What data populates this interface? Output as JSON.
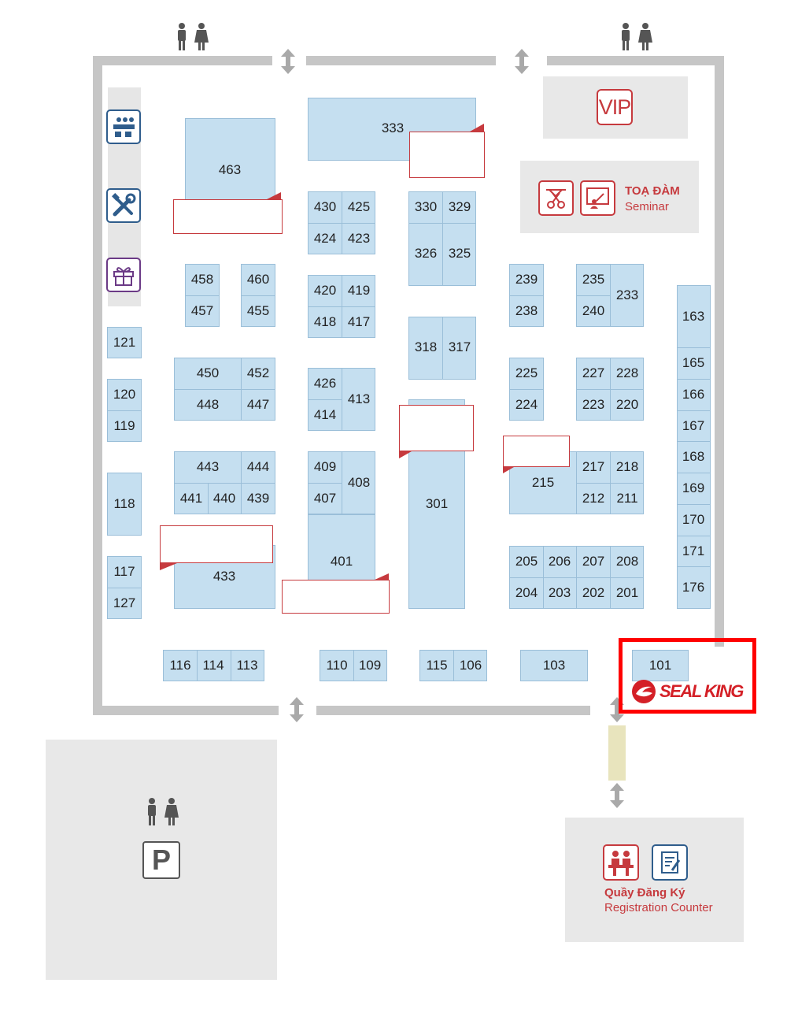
{
  "booths": [
    {
      "id": "b463",
      "label": "463"
    },
    {
      "id": "b333",
      "label": "333"
    },
    {
      "id": "b430",
      "label": "430"
    },
    {
      "id": "b425",
      "label": "425"
    },
    {
      "id": "b424",
      "label": "424"
    },
    {
      "id": "b423",
      "label": "423"
    },
    {
      "id": "b330",
      "label": "330"
    },
    {
      "id": "b329",
      "label": "329"
    },
    {
      "id": "b326",
      "label": "326"
    },
    {
      "id": "b325",
      "label": "325"
    },
    {
      "id": "b458",
      "label": "458"
    },
    {
      "id": "b457",
      "label": "457"
    },
    {
      "id": "b460",
      "label": "460"
    },
    {
      "id": "b455",
      "label": "455"
    },
    {
      "id": "b420",
      "label": "420"
    },
    {
      "id": "b419",
      "label": "419"
    },
    {
      "id": "b418",
      "label": "418"
    },
    {
      "id": "b417",
      "label": "417"
    },
    {
      "id": "b318",
      "label": "318"
    },
    {
      "id": "b317",
      "label": "317"
    },
    {
      "id": "b239",
      "label": "239"
    },
    {
      "id": "b238",
      "label": "238"
    },
    {
      "id": "b235",
      "label": "235"
    },
    {
      "id": "b240",
      "label": "240"
    },
    {
      "id": "b233",
      "label": "233"
    },
    {
      "id": "b121",
      "label": "121"
    },
    {
      "id": "b120",
      "label": "120"
    },
    {
      "id": "b119",
      "label": "119"
    },
    {
      "id": "b450",
      "label": "450"
    },
    {
      "id": "b448",
      "label": "448"
    },
    {
      "id": "b452",
      "label": "452"
    },
    {
      "id": "b447",
      "label": "447"
    },
    {
      "id": "b426",
      "label": "426"
    },
    {
      "id": "b414",
      "label": "414"
    },
    {
      "id": "b413",
      "label": "413"
    },
    {
      "id": "b225",
      "label": "225"
    },
    {
      "id": "b224",
      "label": "224"
    },
    {
      "id": "b227",
      "label": "227"
    },
    {
      "id": "b228",
      "label": "228"
    },
    {
      "id": "b223",
      "label": "223"
    },
    {
      "id": "b220",
      "label": "220"
    },
    {
      "id": "b118",
      "label": "118"
    },
    {
      "id": "b443",
      "label": "443"
    },
    {
      "id": "b444",
      "label": "444"
    },
    {
      "id": "b441",
      "label": "441"
    },
    {
      "id": "b440",
      "label": "440"
    },
    {
      "id": "b439",
      "label": "439"
    },
    {
      "id": "b409",
      "label": "409"
    },
    {
      "id": "b407",
      "label": "407"
    },
    {
      "id": "b408",
      "label": "408"
    },
    {
      "id": "b301",
      "label": "301"
    },
    {
      "id": "b215",
      "label": "215"
    },
    {
      "id": "b217",
      "label": "217"
    },
    {
      "id": "b218",
      "label": "218"
    },
    {
      "id": "b212",
      "label": "212"
    },
    {
      "id": "b211",
      "label": "211"
    },
    {
      "id": "b433",
      "label": "433"
    },
    {
      "id": "b401",
      "label": "401"
    },
    {
      "id": "b117",
      "label": "117"
    },
    {
      "id": "b127",
      "label": "127"
    },
    {
      "id": "b205",
      "label": "205"
    },
    {
      "id": "b206",
      "label": "206"
    },
    {
      "id": "b207",
      "label": "207"
    },
    {
      "id": "b208",
      "label": "208"
    },
    {
      "id": "b204",
      "label": "204"
    },
    {
      "id": "b203",
      "label": "203"
    },
    {
      "id": "b202",
      "label": "202"
    },
    {
      "id": "b201",
      "label": "201"
    },
    {
      "id": "b163",
      "label": "163"
    },
    {
      "id": "b165",
      "label": "165"
    },
    {
      "id": "b166",
      "label": "166"
    },
    {
      "id": "b167",
      "label": "167"
    },
    {
      "id": "b168",
      "label": "168"
    },
    {
      "id": "b169",
      "label": "169"
    },
    {
      "id": "b170",
      "label": "170"
    },
    {
      "id": "b171",
      "label": "171"
    },
    {
      "id": "b176",
      "label": "176"
    },
    {
      "id": "b116",
      "label": "116"
    },
    {
      "id": "b114",
      "label": "114"
    },
    {
      "id": "b113",
      "label": "113"
    },
    {
      "id": "b110",
      "label": "110"
    },
    {
      "id": "b109",
      "label": "109"
    },
    {
      "id": "b115",
      "label": "115"
    },
    {
      "id": "b106",
      "label": "106"
    },
    {
      "id": "b103",
      "label": "103"
    },
    {
      "id": "b101",
      "label": "101"
    }
  ],
  "vip": {
    "label": "VIP"
  },
  "seminar": {
    "title": "TOẠ ĐÀM",
    "subtitle": "Seminar"
  },
  "registration": {
    "title": "Quầy Đăng Ký",
    "subtitle": "Registration Counter"
  },
  "parking": {
    "label": "P"
  },
  "highlight": {
    "brand": "SEAL KING"
  },
  "colors": {
    "booth": "#c5dff0",
    "booth_border": "#9abed8",
    "wall": "#c6c6c6",
    "accent_red": "#c63a3e",
    "highlight": "#ff0000",
    "icon_blue": "#2f5d8c",
    "icon_purple": "#6b3a86",
    "corridor": "#e8e4bd"
  },
  "icons": [
    "restroom-icon",
    "updown-arrow-icon",
    "meeting-room-icon",
    "tools-icon",
    "gift-icon",
    "ribbon-cutting-icon",
    "presentation-icon",
    "registration-desk-icon",
    "form-icon",
    "parking-icon",
    "seal-king-logo-icon"
  ]
}
